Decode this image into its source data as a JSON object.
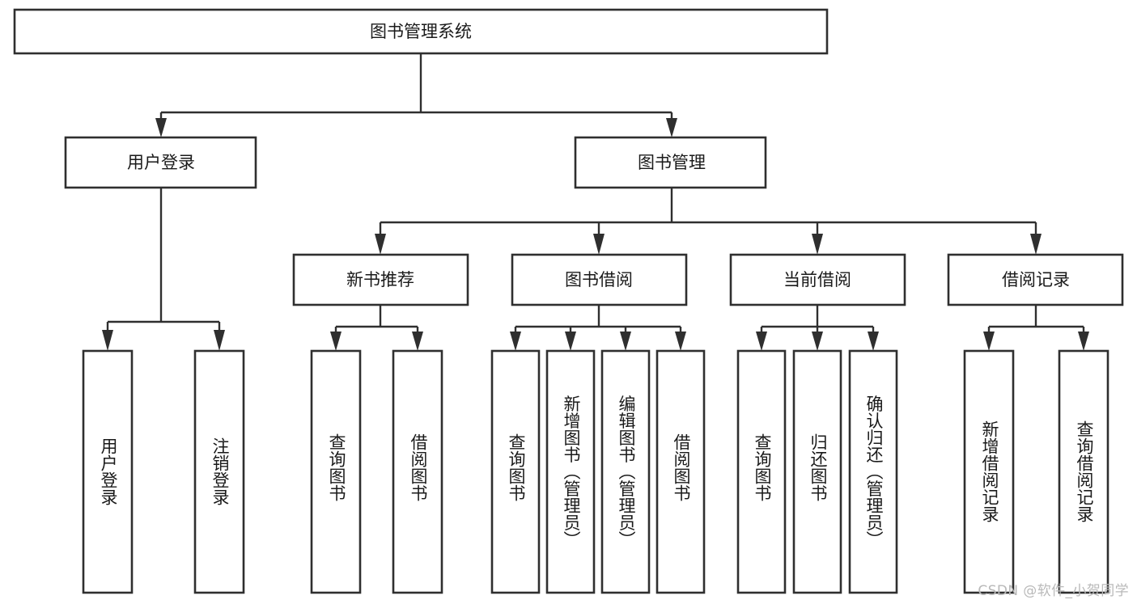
{
  "diagram": {
    "title": "图书管理系统",
    "type": "tree-hierarchy-flowchart",
    "watermark": "CSDN @软件_小贺同学",
    "colors": {
      "stroke": "#2f2f2f",
      "fill": "#ffffff",
      "text": "#1a1a1a",
      "watermark": "#b9b9b9"
    },
    "nodes": {
      "root": {
        "label": "图书管理系统"
      },
      "level2": [
        {
          "id": "user-login",
          "label": "用户登录"
        },
        {
          "id": "book-manage",
          "label": "图书管理"
        }
      ],
      "level3": [
        {
          "id": "new-book-recommend",
          "label": "新书推荐"
        },
        {
          "id": "book-borrow",
          "label": "图书借阅"
        },
        {
          "id": "current-borrow",
          "label": "当前借阅"
        },
        {
          "id": "borrow-record",
          "label": "借阅记录"
        }
      ],
      "leaves": {
        "user_login": [
          {
            "id": "leaf-user-login",
            "label": "用户登录"
          },
          {
            "id": "leaf-logout-login",
            "label": "注销登录"
          }
        ],
        "new_book_recommend": [
          {
            "id": "leaf-query-book-1",
            "label": "查询图书"
          },
          {
            "id": "leaf-borrow-book-1",
            "label": "借阅图书"
          }
        ],
        "book_borrow": [
          {
            "id": "leaf-query-book-2",
            "label": "查询图书"
          },
          {
            "id": "leaf-add-book",
            "label": "新增图书（管理员）"
          },
          {
            "id": "leaf-edit-book",
            "label": "编辑图书（管理员）"
          },
          {
            "id": "leaf-borrow-book-2",
            "label": "借阅图书"
          }
        ],
        "current_borrow": [
          {
            "id": "leaf-query-book-3",
            "label": "查询图书"
          },
          {
            "id": "leaf-return-book",
            "label": "归还图书"
          },
          {
            "id": "leaf-confirm-return",
            "label": "确认归还（管理员）"
          }
        ],
        "borrow_record": [
          {
            "id": "leaf-add-record",
            "label": "新增借阅记录"
          },
          {
            "id": "leaf-query-record",
            "label": "查询借阅记录"
          }
        ]
      }
    }
  }
}
